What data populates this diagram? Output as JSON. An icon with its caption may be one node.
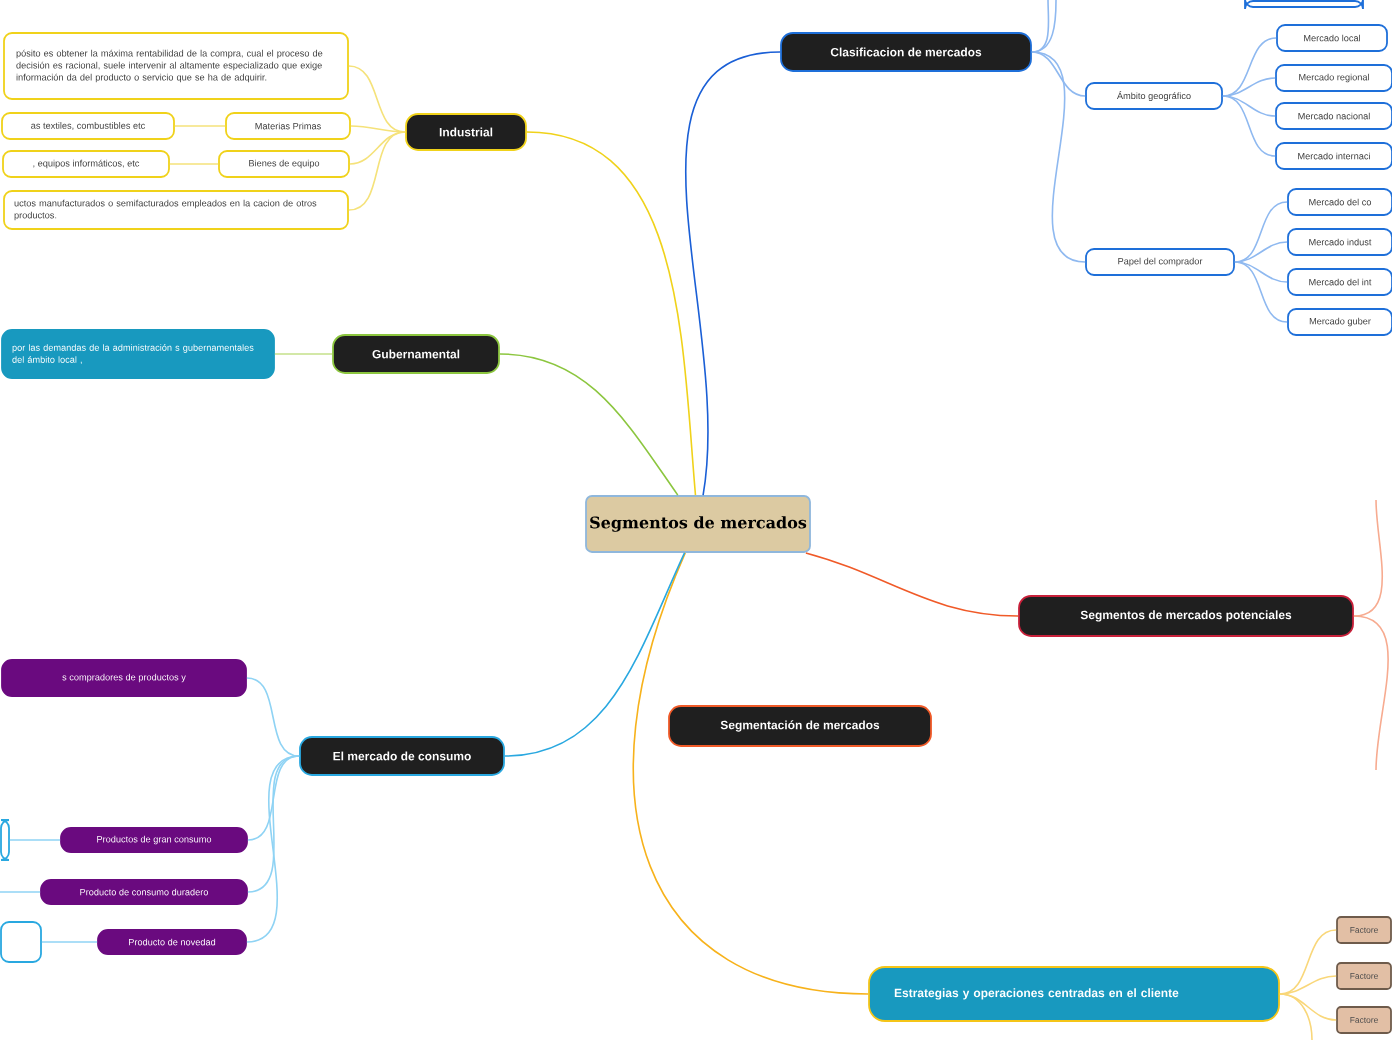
{
  "diagram": {
    "nodes": [
      {
        "text": [
          "Segmentos de mercados"
        ]
      },
      {
        "text": [
          "Industrial"
        ]
      },
      {
        "text": [
          "pósito es obtener la máxima rentabilidad de la compra, cual el proceso de decisión es racional, suele intervenir al altamente especializado que exige información da del producto o servicio que se ha de adquirir."
        ]
      },
      {
        "text": [
          "Materias Primas"
        ]
      },
      {
        "text": [
          "as textiles, combustibles etc"
        ]
      },
      {
        "text": [
          "Bienes de equipo"
        ]
      },
      {
        "text": [
          ", equipos informáticos, etc"
        ]
      },
      {
        "text": [
          "uctos manufacturados o semifacturados empleados en la cacion de otros productos."
        ]
      },
      {
        "text": [
          "Gubernamental"
        ]
      },
      {
        "text": [
          "por las demandas de la administración s gubernamentales del ámbito local ,"
        ]
      },
      {
        "text": [
          "Clasificacion de mercados"
        ]
      },
      {
        "text": [],
        "shape": "box"
      },
      {
        "text": [
          "Ámbito geográfico"
        ]
      },
      {
        "text": [
          "Mercado local"
        ]
      },
      {
        "text": [
          "Mercado regional"
        ]
      },
      {
        "text": [
          "Mercado nacional"
        ]
      },
      {
        "text": [
          "Mercado internaci"
        ]
      },
      {
        "text": [
          "Papel del comprador"
        ]
      },
      {
        "text": [
          "Mercado del co"
        ]
      },
      {
        "text": [
          "Mercado indust"
        ]
      },
      {
        "text": [
          "Mercado del int"
        ]
      },
      {
        "text": [
          "Mercado guber"
        ]
      },
      {
        "text": [
          "Segmentos de mercados potenciales"
        ]
      },
      {
        "text": [
          "Segmentación de mercados"
        ]
      },
      {
        "text": [
          "Estrategias y operaciones centradas en el cliente"
        ]
      },
      {
        "text": [
          "Factore"
        ]
      },
      {
        "text": [
          "Factore"
        ]
      },
      {
        "text": [
          "Factore"
        ]
      },
      {
        "text": [
          "El mercado  de consumo"
        ]
      },
      {
        "text": [
          "s compradores  de productos y"
        ]
      },
      {
        "text": [
          "Productos de gran consumo"
        ]
      },
      {
        "text": [
          "Producto de consumo duradero"
        ]
      },
      {
        "text": [
          "Producto de novedad"
        ]
      },
      {
        "text": [],
        "shape": "box"
      },
      {
        "text": [],
        "shape": "box"
      }
    ],
    "edges": [
      {
        "from": 0,
        "to": 1,
        "arrow": "none",
        "color": "#f0d21a"
      },
      {
        "from": 1,
        "to": 2,
        "arrow": "none",
        "color": "#f5e27a"
      },
      {
        "from": 1,
        "to": 3,
        "arrow": "none",
        "color": "#f5e27a"
      },
      {
        "from": 3,
        "to": 4,
        "arrow": "none",
        "color": "#f5e27a"
      },
      {
        "from": 1,
        "to": 5,
        "arrow": "none",
        "color": "#f5e27a"
      },
      {
        "from": 5,
        "to": 6,
        "arrow": "none",
        "color": "#f5e27a"
      },
      {
        "from": 1,
        "to": 7,
        "arrow": "none",
        "color": "#f5e27a"
      },
      {
        "from": 0,
        "to": 8,
        "arrow": "none",
        "color": "#8cc63f"
      },
      {
        "from": 8,
        "to": 9,
        "arrow": "none",
        "color": "#c5e08a"
      },
      {
        "from": 0,
        "to": 10,
        "arrow": "none",
        "color": "#1a5fd6"
      },
      {
        "from": 10,
        "to": null,
        "arrow": "none",
        "color": "#8fb9f0"
      },
      {
        "from": 10,
        "to": null,
        "arrow": "none",
        "color": "#8fb9f0"
      },
      {
        "from": 10,
        "to": 12,
        "arrow": "none",
        "color": "#8fb9f0"
      },
      {
        "from": 12,
        "to": 13,
        "arrow": "none",
        "color": "#8fb9f0"
      },
      {
        "from": 12,
        "to": 14,
        "arrow": "none",
        "color": "#8fb9f0"
      },
      {
        "from": 12,
        "to": 15,
        "arrow": "none",
        "color": "#8fb9f0"
      },
      {
        "from": 12,
        "to": 16,
        "arrow": "none",
        "color": "#8fb9f0"
      },
      {
        "from": 10,
        "to": 17,
        "arrow": "none",
        "color": "#8fb9f0"
      },
      {
        "from": 17,
        "to": 18,
        "arrow": "none",
        "color": "#8fb9f0"
      },
      {
        "from": 17,
        "to": 19,
        "arrow": "none",
        "color": "#8fb9f0"
      },
      {
        "from": 17,
        "to": 20,
        "arrow": "none",
        "color": "#8fb9f0"
      },
      {
        "from": 17,
        "to": 21,
        "arrow": "none",
        "color": "#8fb9f0"
      },
      {
        "from": 0,
        "to": 22,
        "arrow": "none",
        "color": "#f05a28"
      },
      {
        "from": 22,
        "to": null,
        "arrow": "none",
        "color": "#f7ab90"
      },
      {
        "from": 22,
        "to": null,
        "arrow": "none",
        "color": "#f7ab90"
      },
      {
        "from": 0,
        "to": 24,
        "arrow": "none",
        "color": "#f7b21b"
      },
      {
        "from": 24,
        "to": 25,
        "arrow": "none",
        "color": "#f9d77a"
      },
      {
        "from": 24,
        "to": 26,
        "arrow": "none",
        "color": "#f9d77a"
      },
      {
        "from": 24,
        "to": 27,
        "arrow": "none",
        "color": "#f9d77a"
      },
      {
        "from": 24,
        "to": null,
        "arrow": "none",
        "color": "#f9d77a"
      },
      {
        "from": 0,
        "to": 28,
        "arrow": "none",
        "color": "#29a8e0"
      },
      {
        "from": 28,
        "to": 29,
        "arrow": "none",
        "color": "#8fd3f4"
      },
      {
        "from": 28,
        "to": 30,
        "arrow": "none",
        "color": "#8fd3f4"
      },
      {
        "from": 28,
        "to": 31,
        "arrow": "none",
        "color": "#8fd3f4"
      },
      {
        "from": 28,
        "to": 32,
        "arrow": "none",
        "color": "#8fd3f4"
      },
      {
        "from": 30,
        "to": 33,
        "arrow": "none",
        "color": "#8fd3f4"
      },
      {
        "from": 31,
        "to": null,
        "arrow": "none",
        "color": "#8fd3f4"
      },
      {
        "from": 32,
        "to": 34,
        "arrow": "none",
        "color": "#8fd3f4"
      }
    ]
  }
}
